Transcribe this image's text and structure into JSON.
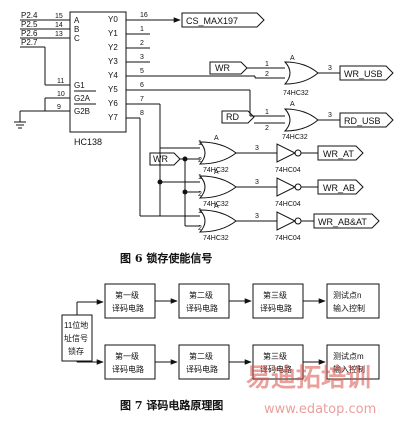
{
  "figure6": {
    "chip": "HC138",
    "inputs": [
      {
        "label": "P2.4",
        "pin": "15",
        "port": "A"
      },
      {
        "label": "P2.5",
        "pin": "14",
        "port": "B"
      },
      {
        "label": "P2.6",
        "pin": "13",
        "port": "C"
      },
      {
        "label": "P2.7",
        "pin": "",
        "port": ""
      }
    ],
    "enables": [
      {
        "pin": "11",
        "label": "G1"
      },
      {
        "pin": "10",
        "label": "G2A"
      },
      {
        "pin": "9",
        "label": "G2B"
      }
    ],
    "outputs": [
      {
        "pin": "16",
        "label": "Y0"
      },
      {
        "pin": "1",
        "label": "Y1"
      },
      {
        "pin": "2",
        "label": "Y2"
      },
      {
        "pin": "3",
        "label": "Y3"
      },
      {
        "pin": "5",
        "label": "Y4"
      },
      {
        "pin": "6",
        "label": "Y5"
      },
      {
        "pin": "7",
        "label": "Y6"
      },
      {
        "pin": "8",
        "label": "Y7"
      }
    ],
    "cs_signal": "CS_MAX197",
    "wr": "WR",
    "rd": "RD",
    "gate_or": "74HC32",
    "gate_not": "74HC04",
    "pin_1": "1",
    "pin_2": "2",
    "pin_3": "3",
    "pin_A": "A",
    "out_wr_usb": "WR_USB",
    "out_rd_usb": "RD_USB",
    "out_wr_at": "WR_AT",
    "out_wr_ab": "WR_AB",
    "out_wr_abat": "WR_AB&AT",
    "caption": "图 6   锁存使能信号"
  },
  "figure7": {
    "latch_lines": [
      "11位地",
      "址信号",
      "锁存"
    ],
    "stage1": [
      "第一级",
      "译码电路"
    ],
    "stage2": [
      "第二级",
      "译码电路"
    ],
    "stage3": [
      "第三级",
      "译码电路"
    ],
    "test_n": [
      "测试点n",
      "输入控制"
    ],
    "test_m": [
      "测试点m",
      "输入控制"
    ],
    "caption": "图 7   译码电路原理图"
  },
  "watermark": {
    "logo": "易迪拓培训",
    "url": "www.edatop.com"
  }
}
